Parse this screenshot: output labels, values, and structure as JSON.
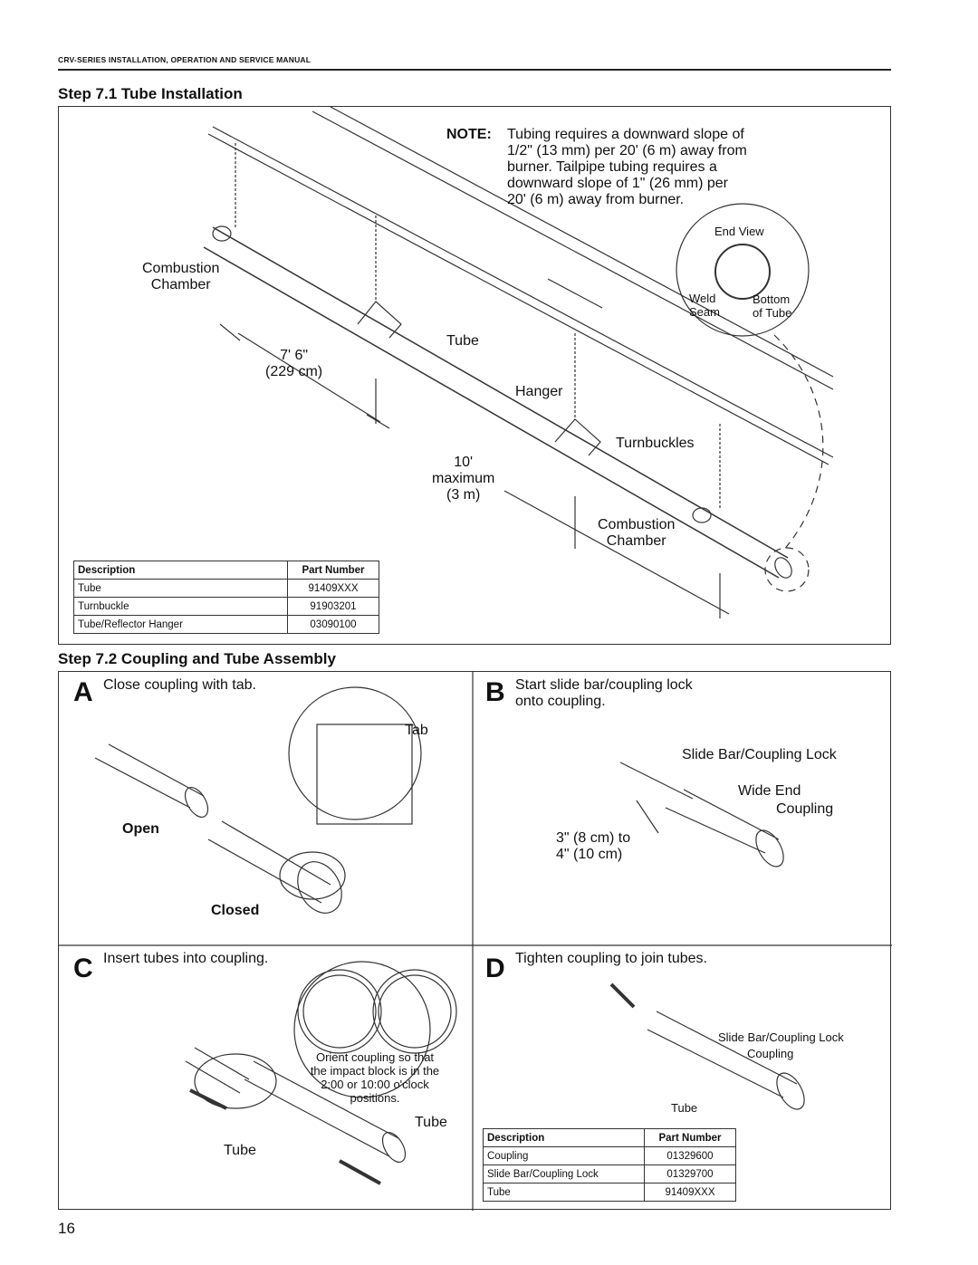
{
  "header": {
    "manual_title": "CRV-SERIES INSTALLATION, OPERATION AND SERVICE MANUAL"
  },
  "step71": {
    "title": "Step 7.1 Tube Installation",
    "note_label": "NOTE:",
    "note_lines": [
      "Tubing requires  a downward slope of",
      "1/2\" (13 mm) per 20' (6 m) away from",
      "burner. Tailpipe tubing requires a",
      "downward slope of 1\" (26 mm)  per",
      "20' (6 m) away from burner."
    ],
    "end_view": {
      "title": "End View",
      "weld_seam": [
        "Weld",
        "Seam"
      ],
      "bottom_of_tube": [
        "Bottom",
        "of Tube"
      ]
    },
    "labels": {
      "combustion_chamber_1": [
        "Combustion",
        "Chamber"
      ],
      "dim_1": [
        "7' 6\"",
        "(229 cm)"
      ],
      "tube": "Tube",
      "hanger": "Hanger",
      "turnbuckles": "Turnbuckles",
      "dim_2": [
        "10'",
        "maximum",
        "(3 m)"
      ],
      "combustion_chamber_2": [
        "Combustion",
        "Chamber"
      ]
    },
    "parts_table": {
      "headers": [
        "Description",
        "Part Number"
      ],
      "rows": [
        [
          "Tube",
          "91409XXX"
        ],
        [
          "Turnbuckle",
          "91903201"
        ],
        [
          "Tube/Reflector Hanger",
          "03090100"
        ]
      ]
    }
  },
  "step72": {
    "title": "Step 7.2 Coupling and Tube Assembly",
    "a": {
      "letter": "A",
      "text": "Close coupling with tab.",
      "tab": "Tab",
      "open": "Open",
      "closed": "Closed"
    },
    "b": {
      "letter": "B",
      "text": [
        "Start slide bar/coupling lock",
        "onto coupling."
      ],
      "slide_bar": "Slide Bar/Coupling Lock",
      "wide_end": "Wide End",
      "coupling": "Coupling",
      "dim": [
        "3\" (8 cm) to",
        "4\" (10 cm)"
      ]
    },
    "c": {
      "letter": "C",
      "text": "Insert tubes into coupling.",
      "orient": [
        "Orient coupling so that",
        "the impact block is in the",
        "2:00 or 10:00 o'clock",
        "positions."
      ],
      "tube_right": "Tube",
      "tube_left": "Tube"
    },
    "d": {
      "letter": "D",
      "text": "Tighten coupling to join tubes.",
      "slide_bar": "Slide Bar/Coupling Lock",
      "coupling": "Coupling",
      "tube": "Tube",
      "parts_table": {
        "headers": [
          "Description",
          "Part Number"
        ],
        "rows": [
          [
            "Coupling",
            "01329600"
          ],
          [
            "Slide Bar/Coupling Lock",
            "01329700"
          ],
          [
            "Tube",
            "91409XXX"
          ]
        ]
      }
    }
  },
  "page_number": "16"
}
